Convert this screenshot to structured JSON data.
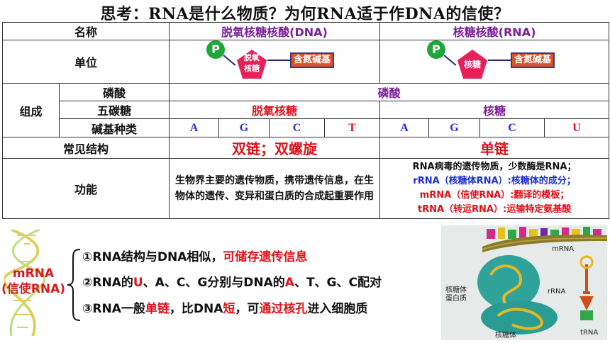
{
  "title": "思考：RNA是什么物质？为何RNA适于作DNA的信使？",
  "table": {
    "name_label": "名称",
    "dna_name": "脱氧核糖核酸(DNA)",
    "rna_name": "核糖核酸(RNA)",
    "unit_label": "单位",
    "dna_unit": {
      "phosphate": "P",
      "sugar_line1": "脱氧",
      "sugar_line2": "核糖",
      "base": "含氮碱基"
    },
    "rna_unit": {
      "phosphate": "P",
      "sugar": "核糖",
      "base": "含氮碱基"
    },
    "composition_label": "组成",
    "phosphate_label": "磷酸",
    "phosphate_value": "磷酸",
    "sugar_label": "五碳糖",
    "dna_sugar": "脱氧核糖",
    "rna_sugar": "核糖",
    "bases_label": "碱基种类",
    "dna_bases": [
      "A",
      "G",
      "C",
      "T"
    ],
    "rna_bases": [
      "A",
      "G",
      "C",
      "U"
    ],
    "structure_label": "常见结构",
    "dna_structure": "双链；双螺旋",
    "rna_structure": "单链",
    "function_label": "功能",
    "dna_function": "生物界主要的遗传物质，携带遗传信息，在生物体的遗传、变异和蛋白质的合成起重要作用",
    "rna_function": [
      "RNA病毒的遗传物质，少数酶是RNA；",
      "rRNA（核糖体RNA）:核糖体的成分；",
      "mRNA（信使RNA）:翻译的模板；",
      "tRNA（转运RNA）:运输特定氨基酸"
    ]
  },
  "mrna_label": {
    "line1": "mRNA",
    "line2": "(信使RNA)"
  },
  "points": [
    {
      "prefix": "①RNA结构与DNA相似，",
      "highlight": "可储存遗传信息"
    },
    {
      "p1": "②RNA的",
      "r1": "U",
      "p2": "、A、C、G分别与DNA的",
      "r2": "A",
      "p3": "、T、G、C配对"
    },
    {
      "p1": "③RNA一般",
      "r1": "单链",
      "p2": "，比DNA",
      "r2": "短",
      "p3": "，可",
      "r3": "通过核孔",
      "p4": "进入细胞质"
    }
  ],
  "figure": {
    "mrna": "mRNA",
    "ribosome_protein_line1": "核糖体",
    "ribosome_protein_line2": "蛋白质",
    "rrna": "rRNA",
    "ribosome": "核糖体",
    "trna": "tRNA"
  }
}
